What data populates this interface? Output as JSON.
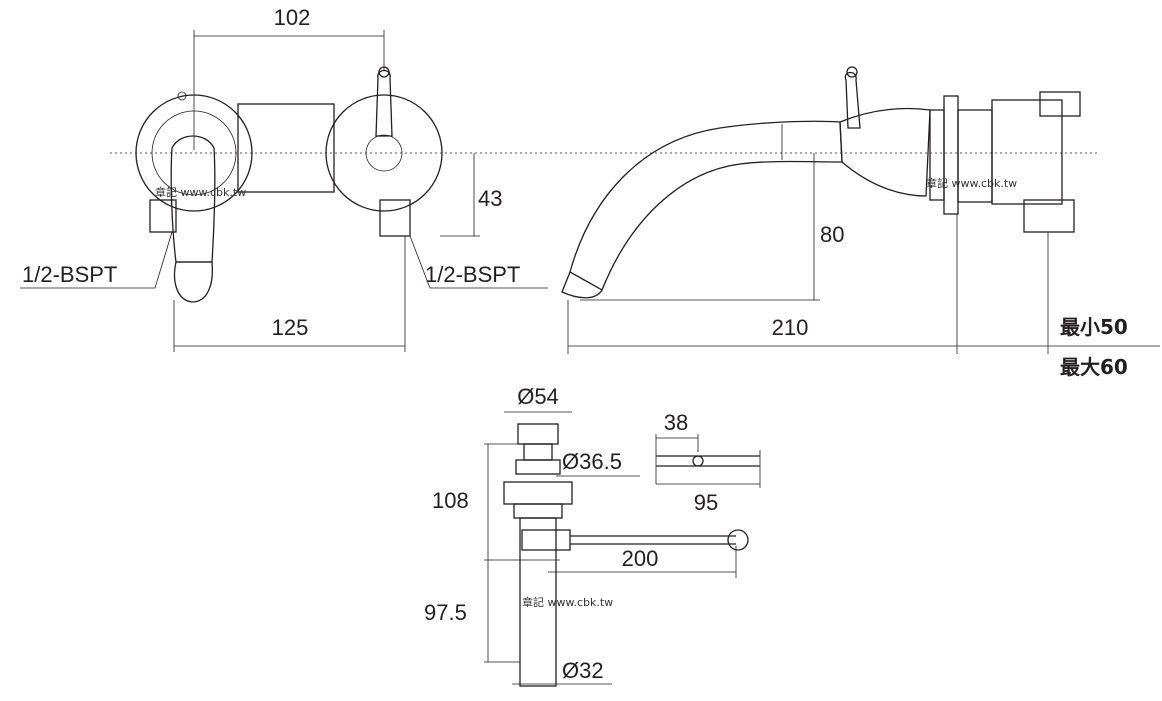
{
  "front_view": {
    "dim_spacing": "102",
    "dim_height": "43",
    "dim_width": "125",
    "thread_left": "1/2-BSPT",
    "thread_right": "1/2-BSPT"
  },
  "side_view": {
    "dim_height": "80",
    "dim_reach": "210",
    "dim_min": "最小50",
    "dim_max": "最大60"
  },
  "drain_view": {
    "dim_top_dia": "Ø54",
    "dim_mid_dia": "Ø36.5",
    "dim_upper_len": "108",
    "dim_lower_len": "97.5",
    "dim_rod": "200",
    "dim_bottom_dia": "Ø32",
    "dim_clip": "38",
    "dim_clip_len": "95"
  },
  "watermarks": [
    "章記 www.cbk.tw",
    "章記 www.cbk.tw",
    "章記 www.cbk.tw"
  ]
}
